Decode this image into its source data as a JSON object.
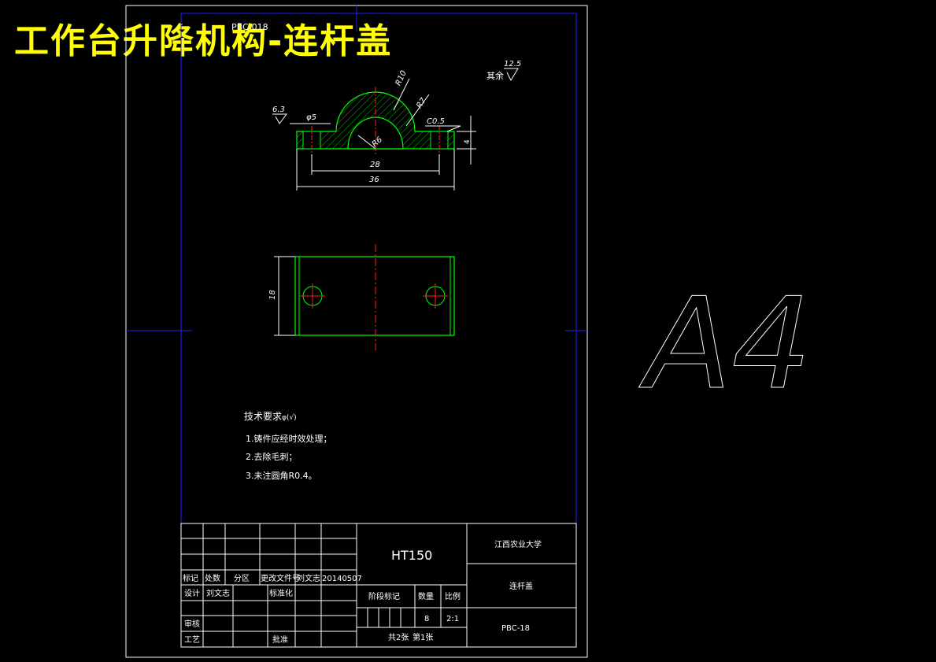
{
  "banner": {
    "title": "工作台升降机构-连杆盖"
  },
  "sheet": {
    "code_top": "PBC-018",
    "size_label": "A4"
  },
  "roughness": {
    "general_value": "12.5",
    "general_label": "其余",
    "local_value": "6.3"
  },
  "dimensions": {
    "hole_dia": "φ5",
    "r_outer": "R10",
    "r_inner": "R7",
    "r_bore": "R6",
    "chamfer": "C0.5",
    "thickness": "4",
    "hole_spacing": "28",
    "overall_length": "36",
    "width": "18"
  },
  "tech_requirements": {
    "heading": "技术要求",
    "symbol": "φ(√)",
    "items": [
      "1.铸件应经时效处理；",
      "2.去除毛刺；",
      "3.未注圆角R0.4。"
    ]
  },
  "title_block": {
    "material": "HT150",
    "school": "江西农业大学",
    "part_name": "连杆盖",
    "drawing_no": "PBC-18",
    "rev_row": [
      "标记",
      "处数",
      "分区",
      "更改文件号",
      "刘文志",
      "20140507"
    ],
    "design": "设计",
    "designer": "刘文志",
    "standardize": "标准化",
    "check": "审核",
    "process": "工艺",
    "approve": "批准",
    "stage_mark": "阶段标记",
    "quantity": "数量",
    "scale_label": "比例",
    "quantity_value": "8",
    "scale_value": "2:1",
    "sheets": "共2张",
    "sheet_no": "第1张"
  }
}
